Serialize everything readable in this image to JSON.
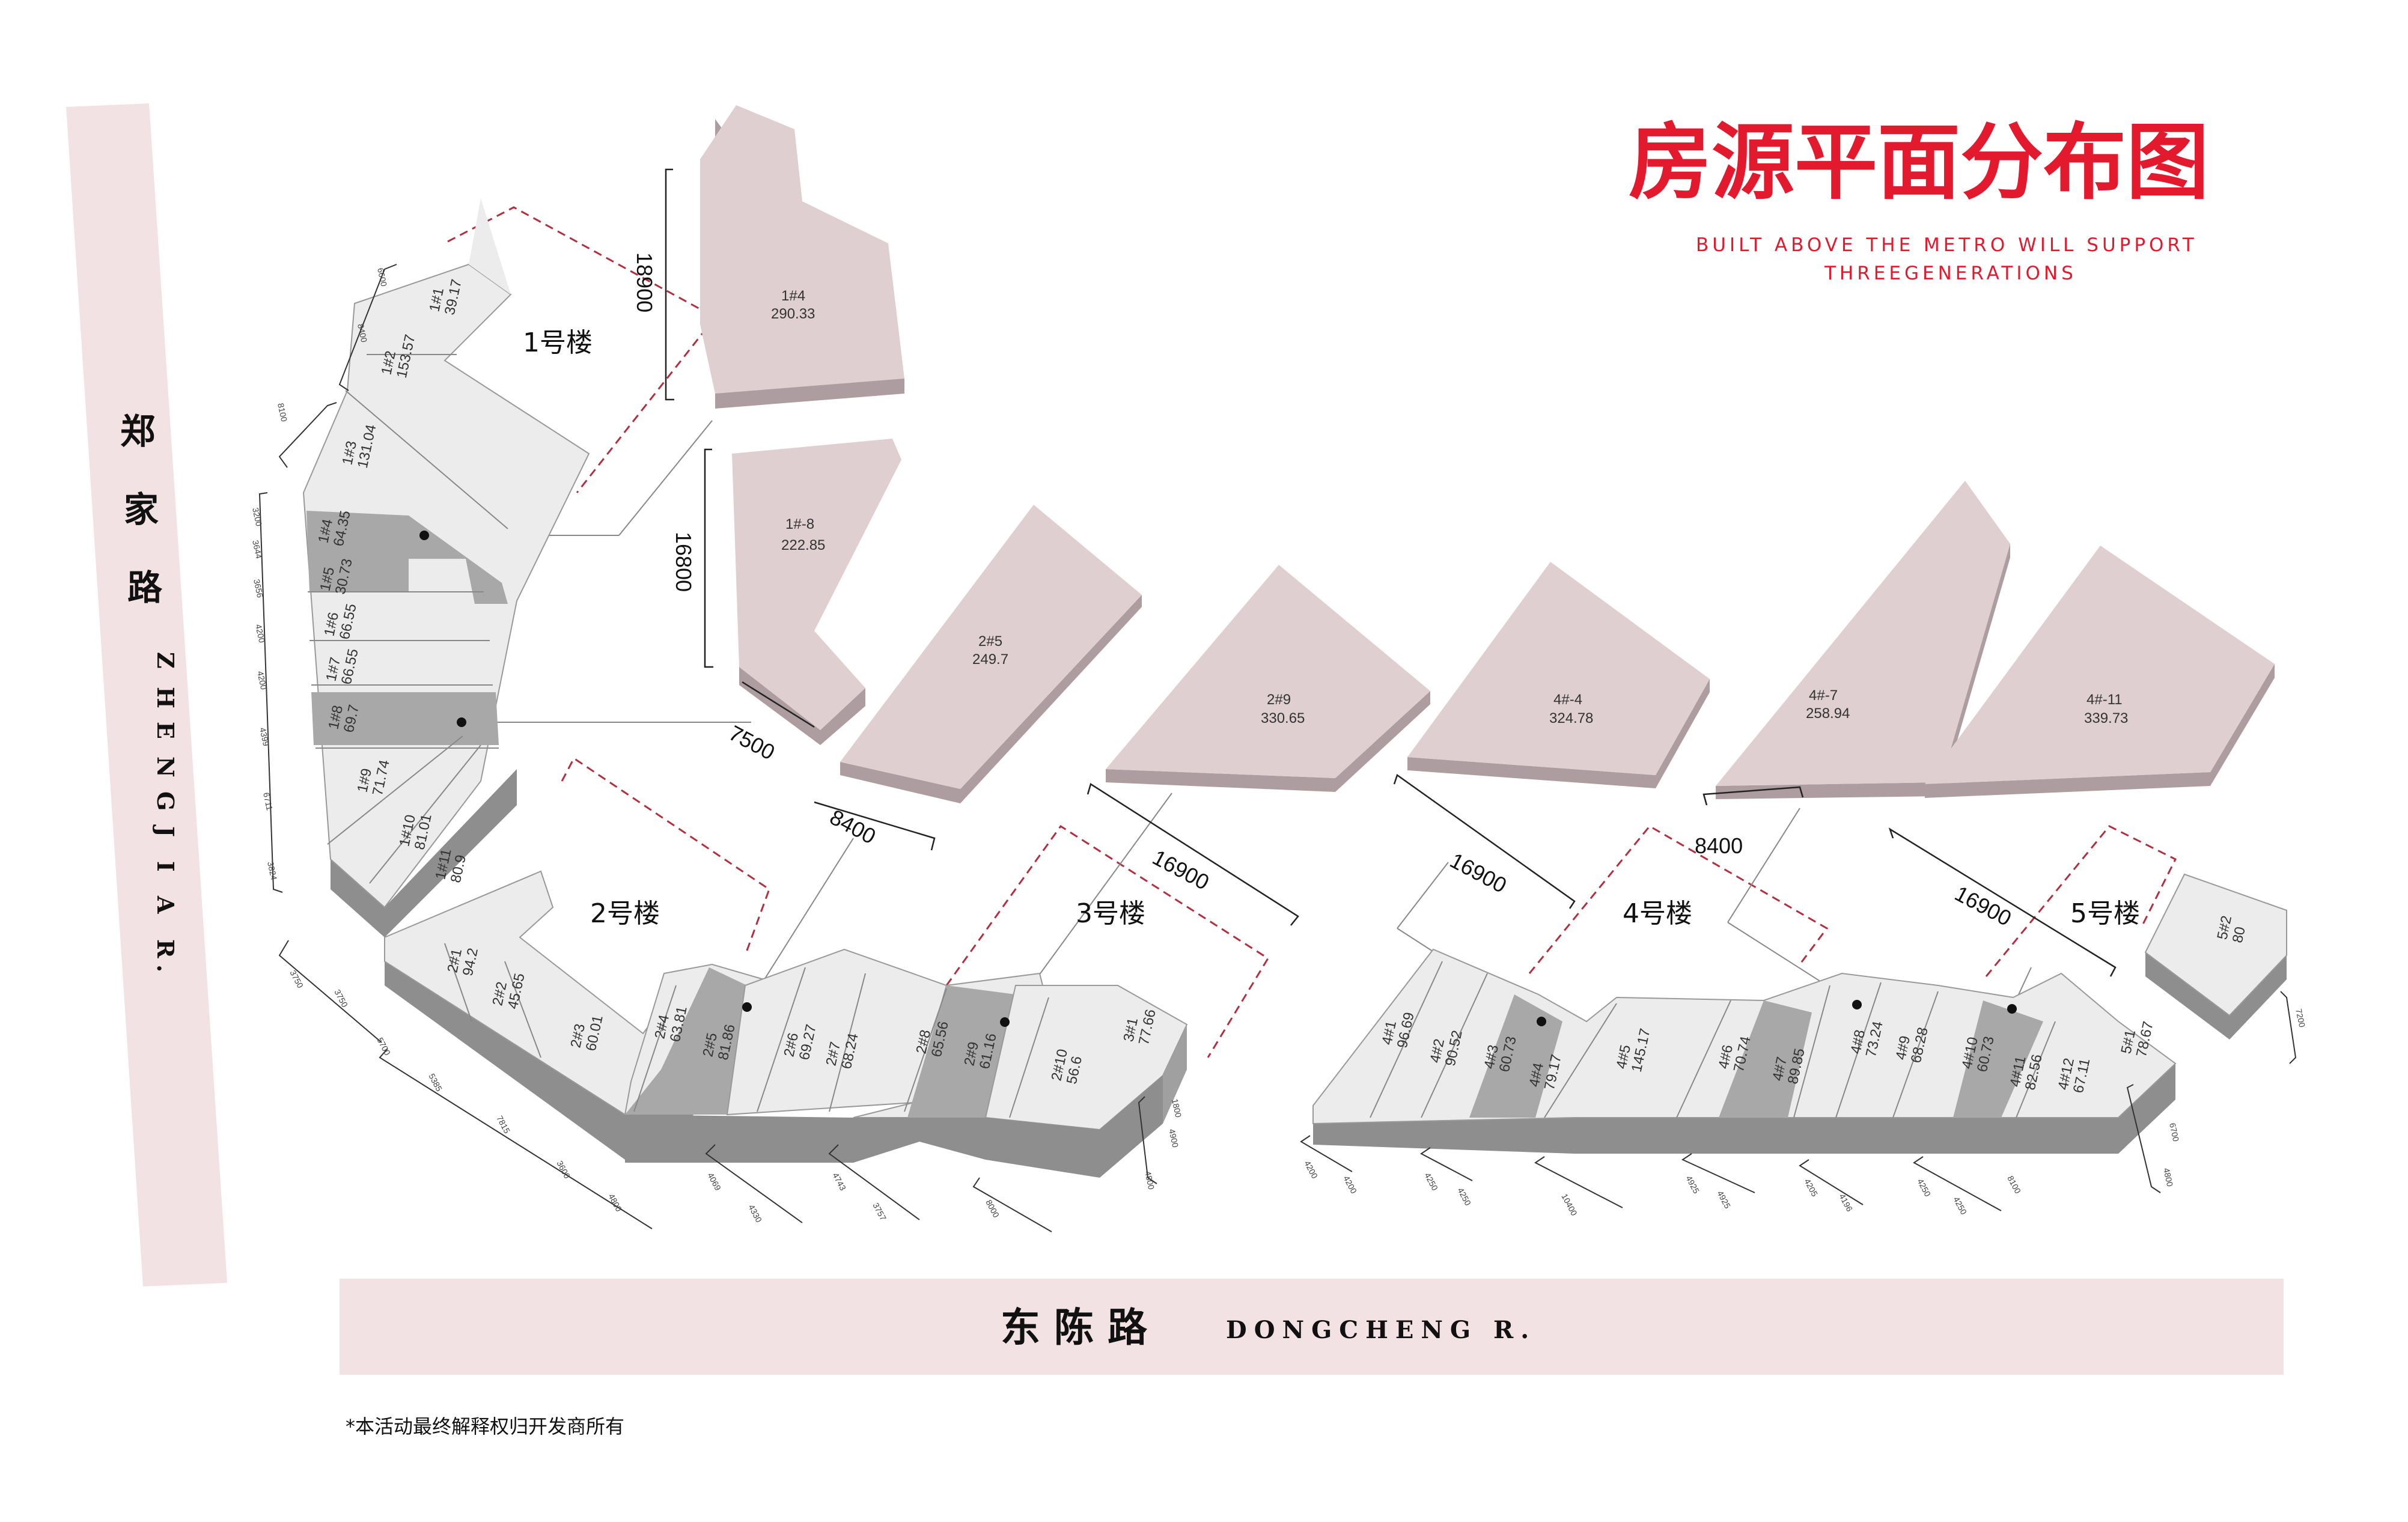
{
  "title": "房源平面分布图",
  "subtitle_line1": "BUILT ABOVE THE METRO WILL SUPPORT",
  "subtitle_line2": "THREEGENERATIONS",
  "footnote": "*本活动最终解释权归开发商所有",
  "roads": {
    "west_cn": [
      "郑",
      "家",
      "路"
    ],
    "west_en": [
      "Z",
      "H",
      "E",
      "N",
      "G",
      "J",
      "I",
      "A",
      "R",
      "."
    ],
    "south_cn": "东 陈 路",
    "south_en": "DONGCHENG  R."
  },
  "buildings": [
    "1号楼",
    "2号楼",
    "3号楼",
    "4号楼",
    "5号楼"
  ],
  "big_units": [
    {
      "id": "1#4",
      "area": "290.33"
    },
    {
      "id": "1#-8",
      "area": "222.85"
    },
    {
      "id": "2#5",
      "area": "249.7"
    },
    {
      "id": "2#9",
      "area": "330.65"
    },
    {
      "id": "4#-4",
      "area": "324.78"
    },
    {
      "id": "4#-7",
      "area": "258.94"
    },
    {
      "id": "4#-11",
      "area": "339.73"
    }
  ],
  "units": [
    {
      "id": "1#1",
      "area": "39.17"
    },
    {
      "id": "1#2",
      "area": "153.57"
    },
    {
      "id": "1#3",
      "area": "131.04"
    },
    {
      "id": "1#4",
      "area": "64.35"
    },
    {
      "id": "1#5",
      "area": "30.73"
    },
    {
      "id": "1#6",
      "area": "66.55"
    },
    {
      "id": "1#7",
      "area": "66.55"
    },
    {
      "id": "1#8",
      "area": "69.7"
    },
    {
      "id": "1#9",
      "area": "71.74"
    },
    {
      "id": "1#10",
      "area": "81.01"
    },
    {
      "id": "1#11",
      "area": "80.9"
    },
    {
      "id": "2#1",
      "area": "94.2"
    },
    {
      "id": "2#2",
      "area": "45.65"
    },
    {
      "id": "2#3",
      "area": "60.01"
    },
    {
      "id": "2#4",
      "area": "63.81"
    },
    {
      "id": "2#5",
      "area": "81.86"
    },
    {
      "id": "2#6",
      "area": "69.27"
    },
    {
      "id": "2#7",
      "area": "68.24"
    },
    {
      "id": "2#8",
      "area": "65.56"
    },
    {
      "id": "2#9",
      "area": "61.16"
    },
    {
      "id": "2#10",
      "area": "56.6"
    },
    {
      "id": "3#1",
      "area": "77.66"
    },
    {
      "id": "4#1",
      "area": "96.69"
    },
    {
      "id": "4#2",
      "area": "90.52"
    },
    {
      "id": "4#3",
      "area": "60.73"
    },
    {
      "id": "4#4",
      "area": "79.17"
    },
    {
      "id": "4#5",
      "area": "145.17"
    },
    {
      "id": "4#6",
      "area": "70.74"
    },
    {
      "id": "4#7",
      "area": "89.85"
    },
    {
      "id": "4#8",
      "area": "73.24"
    },
    {
      "id": "4#9",
      "area": "68.28"
    },
    {
      "id": "4#10",
      "area": "60.73"
    },
    {
      "id": "4#11",
      "area": "82.56"
    },
    {
      "id": "4#12",
      "area": "67.11"
    },
    {
      "id": "5#1",
      "area": "78.67"
    },
    {
      "id": "5#2",
      "area": "80"
    }
  ],
  "big_dims": [
    "18900",
    "16800",
    "7500",
    "8400",
    "16900",
    "16900",
    "8400",
    "16900"
  ],
  "small_dims": [
    "6600",
    "8400",
    "8100",
    "3200",
    "3644",
    "3656",
    "4200",
    "4200",
    "4399",
    "6711",
    "3824",
    "3750",
    "3750",
    "5700",
    "5385",
    "7815",
    "3600",
    "4800",
    "4069",
    "4330",
    "4743",
    "3757",
    "8000",
    "1800",
    "4900",
    "4800",
    "4200",
    "4200",
    "4250",
    "4250",
    "10400",
    "4925",
    "4925",
    "4205",
    "4196",
    "4250",
    "4250",
    "8100",
    "7200",
    "6700",
    "4800"
  ],
  "colors": {
    "title_red": "#e3192e",
    "road_pink": "#f3e2e4",
    "big_unit_face": "#dfcfd1",
    "big_unit_side": "#ad9da1",
    "unit_light": "#ececec",
    "unit_dark": "#a8a8a8",
    "wall_side": "#8e8e8e",
    "dashed_outline": "#b03040"
  }
}
